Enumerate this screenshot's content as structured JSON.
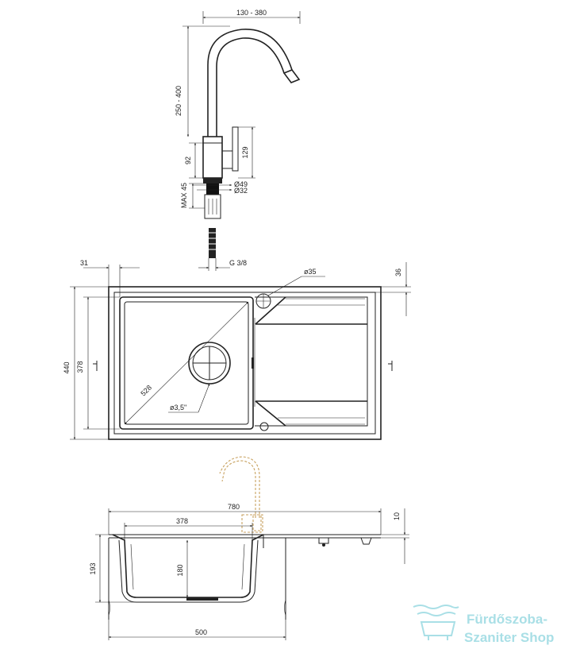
{
  "faucet": {
    "reach": "130 - 380",
    "height": "250 - 400",
    "body_height": "129",
    "base_height": "92",
    "max_deck": "MAX 45",
    "diam_49": "Ø49",
    "diam_32": "Ø32",
    "thread": "G 3/8"
  },
  "top_view": {
    "edge_offset": "31",
    "tap_hole": "ø35",
    "back_margin": "36",
    "total_depth": "440",
    "bowl_depth": "378",
    "diagonal": "528",
    "drain": "ø3,5\""
  },
  "side_view": {
    "total_length": "780",
    "rim_height": "10",
    "bowl_width": "378",
    "depth": "193",
    "inner_depth": "180",
    "cabinet": "500"
  },
  "watermark": {
    "line1": "Fürdőszoba-",
    "line2": "Szaniter Shop",
    "color": "#a9dfe6"
  }
}
